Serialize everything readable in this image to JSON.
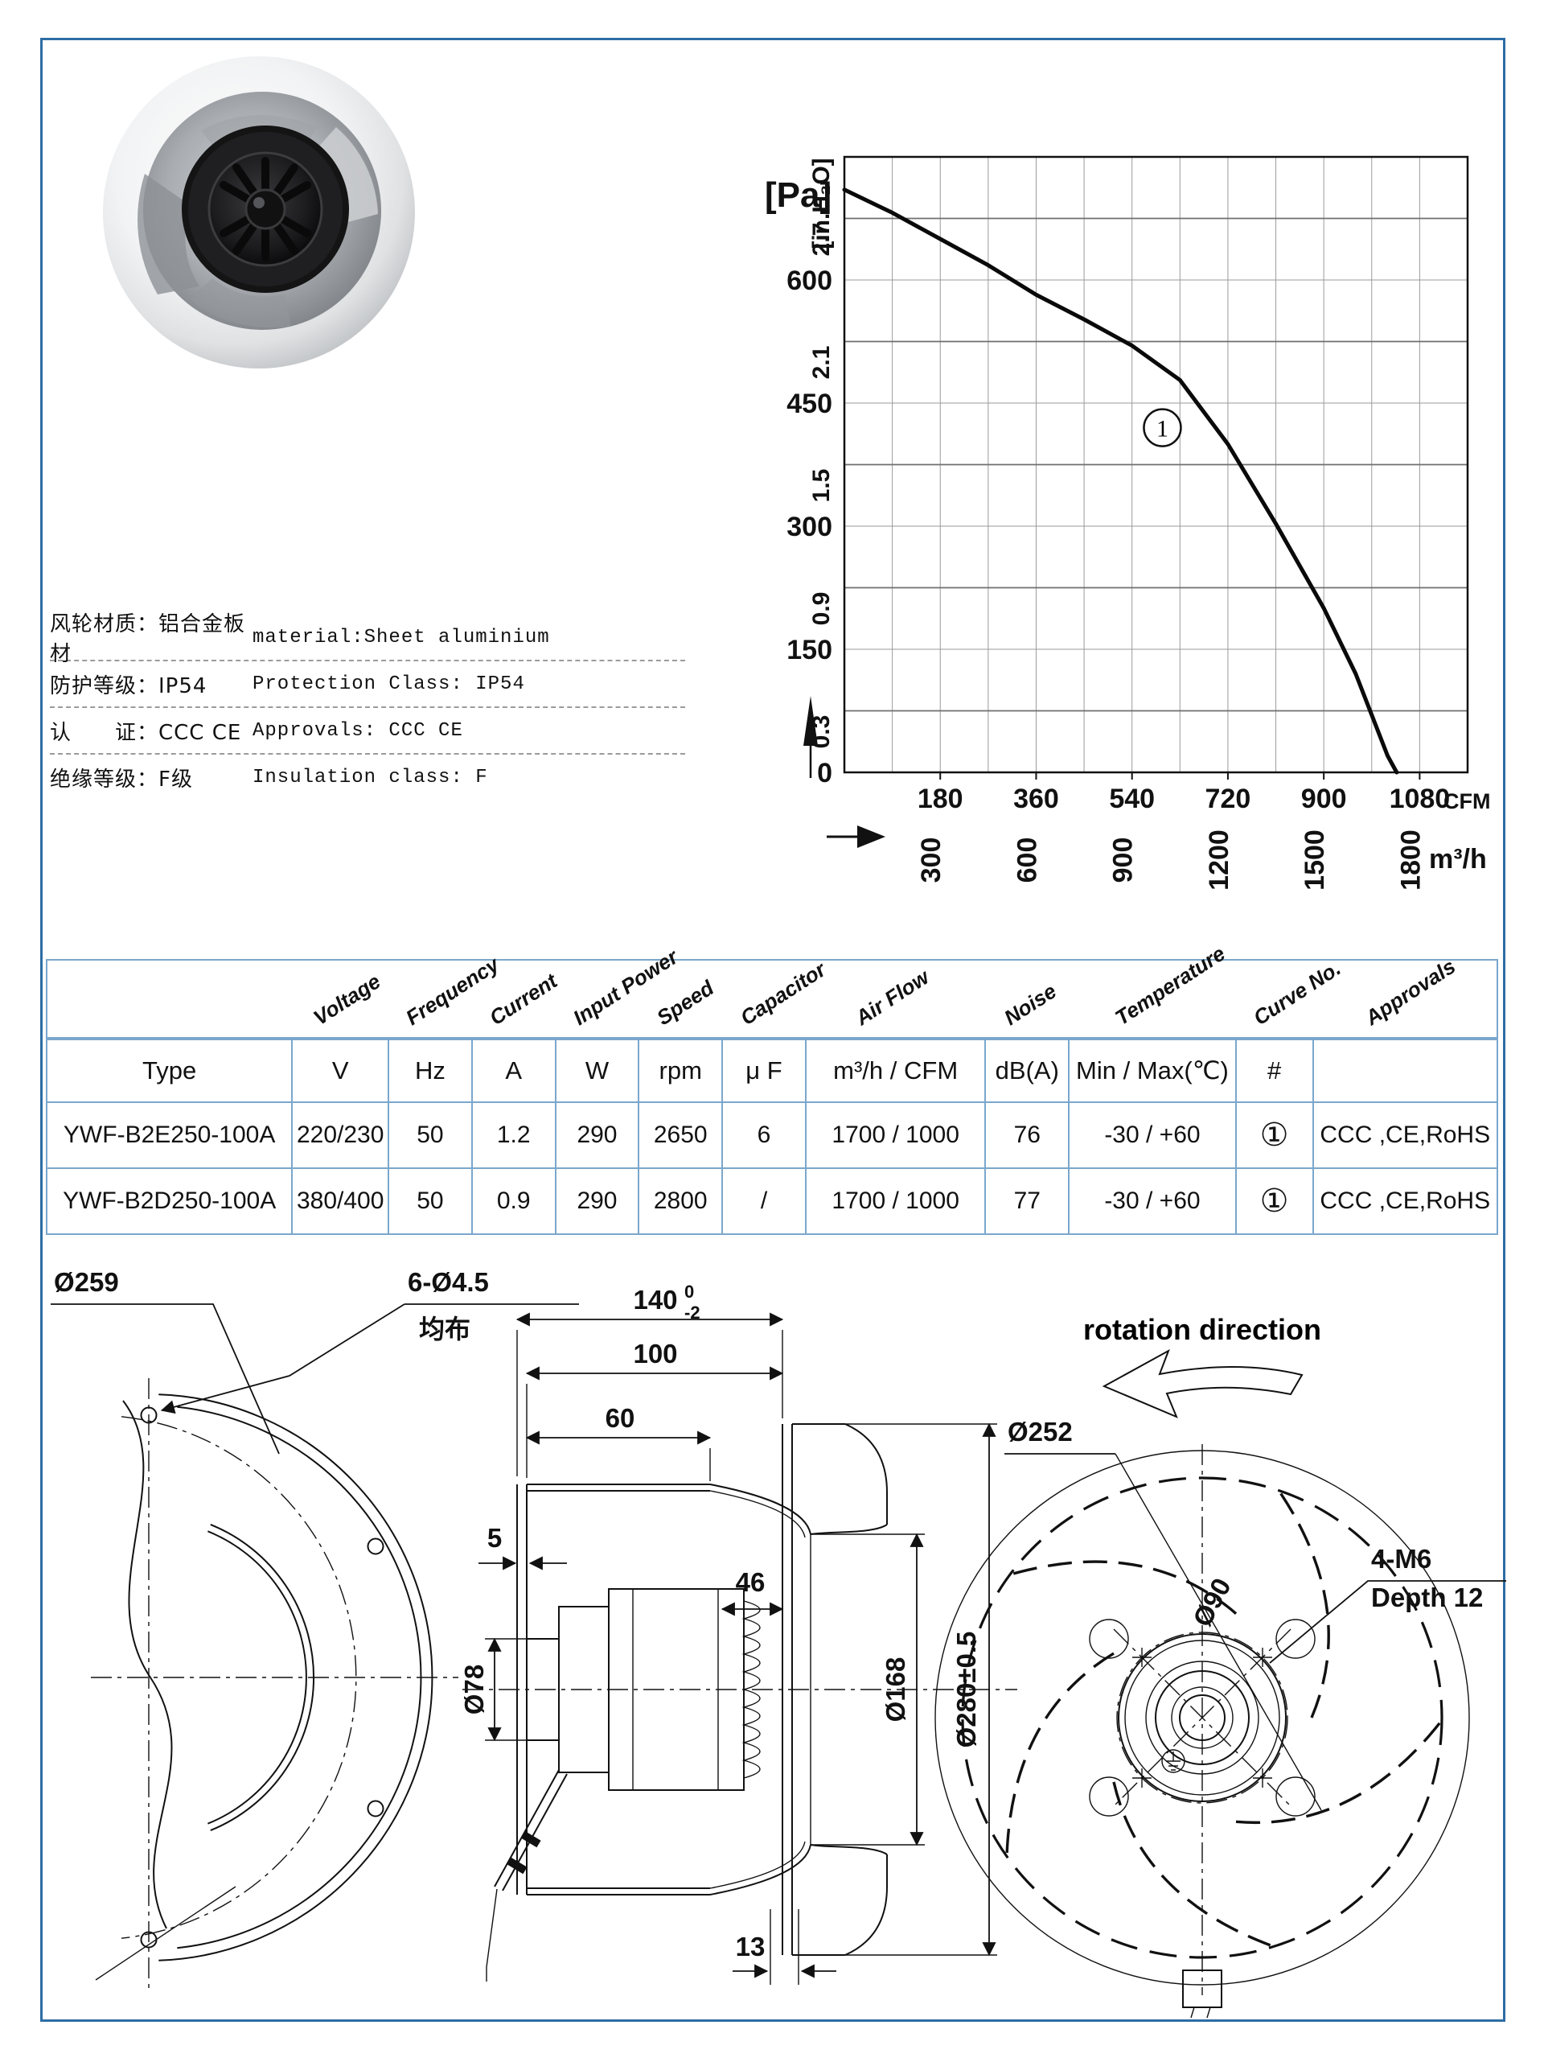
{
  "page": {
    "background": "#ffffff",
    "border_color": "#2e6da4",
    "table_line_color": "#7aa7cc"
  },
  "chart_data": {
    "type": "line",
    "title": "",
    "grid": "on",
    "legend": "none",
    "y_axis": {
      "unit_primary": "[Pa]",
      "unit_secondary": "[in.H₂O]",
      "pa_ticks": [
        "600",
        "450",
        "300",
        "150",
        "0"
      ],
      "inh2o_ticks": [
        "2.7",
        "2.1",
        "1.5",
        "0.9",
        "0.3"
      ],
      "ylim_pa": [
        0,
        750
      ]
    },
    "x_axis": {
      "unit_primary": "CFM",
      "unit_secondary": "m³/h",
      "cfm_ticks": [
        "180",
        "360",
        "540",
        "720",
        "900",
        "1080"
      ],
      "m3h_ticks": [
        "300",
        "600",
        "900",
        "1200",
        "1500",
        "1800"
      ],
      "xlim_m3h": [
        0,
        1950
      ]
    },
    "series": [
      {
        "curve_no": "1",
        "marker_label": "1",
        "marker_at_m3h_pa": [
          995,
          420
        ],
        "points_m3h_pa": [
          [
            0,
            710
          ],
          [
            150,
            682
          ],
          [
            300,
            650
          ],
          [
            450,
            618
          ],
          [
            600,
            582
          ],
          [
            750,
            552
          ],
          [
            900,
            520
          ],
          [
            1050,
            478
          ],
          [
            1200,
            400
          ],
          [
            1350,
            303
          ],
          [
            1500,
            200
          ],
          [
            1600,
            120
          ],
          [
            1700,
            20
          ],
          [
            1728,
            0
          ]
        ]
      }
    ]
  },
  "specs": {
    "rows": [
      {
        "zh": "风轮材质：铝合金板材",
        "en": "material:Sheet aluminium"
      },
      {
        "zh": "防护等级：IP54",
        "en": "Protection Class: IP54"
      },
      {
        "zh": "认　　证：CCC CE",
        "en": "Approvals: CCC  CE"
      },
      {
        "zh": "绝缘等级：F级",
        "en": "Insulation class: F"
      }
    ]
  },
  "table": {
    "diagonal_headers": [
      "Voltage",
      "Frequency",
      "Current",
      "Input Power",
      "Speed",
      "Capacitor",
      "Air Flow",
      "Noise",
      "Temperature",
      "Curve No.",
      "Approvals"
    ],
    "unit_row": [
      "Type",
      "V",
      "Hz",
      "A",
      "W",
      "rpm",
      "μ F",
      "m³/h / CFM",
      "dB(A)",
      "Min / Max(℃)",
      "#",
      ""
    ],
    "rows": [
      [
        "YWF-B2E250-100A",
        "220/230",
        "50",
        "1.2",
        "290",
        "2650",
        "6",
        "1700 / 1000",
        "76",
        "-30 / +60",
        "①",
        "CCC ,CE,RoHS"
      ],
      [
        "YWF-B2D250-100A",
        "380/400",
        "50",
        "0.9",
        "290",
        "2800",
        "/",
        "1700 / 1000",
        "77",
        "-30 / +60",
        "①",
        "CCC ,CE,RoHS"
      ]
    ]
  },
  "drawings": {
    "left": {
      "diameter": "Ø259",
      "holes": "6-Ø4.5",
      "holes_note": "均布"
    },
    "middle": {
      "depth": "140",
      "depth_tol_upper": "0",
      "depth_tol_lower": "-2",
      "dim_100": "100",
      "dim_60": "60",
      "dim_5": "5",
      "dim_46": "46",
      "dia_78": "Ø78",
      "dia_168": "Ø168",
      "dia_280": "Ø280±0.5",
      "dim_13": "13"
    },
    "right": {
      "rotation_label": "rotation direction",
      "dia_252": "Ø252",
      "dia_90": "Ø90",
      "thread": "4-M6",
      "thread_depth": "Depth 12"
    }
  }
}
